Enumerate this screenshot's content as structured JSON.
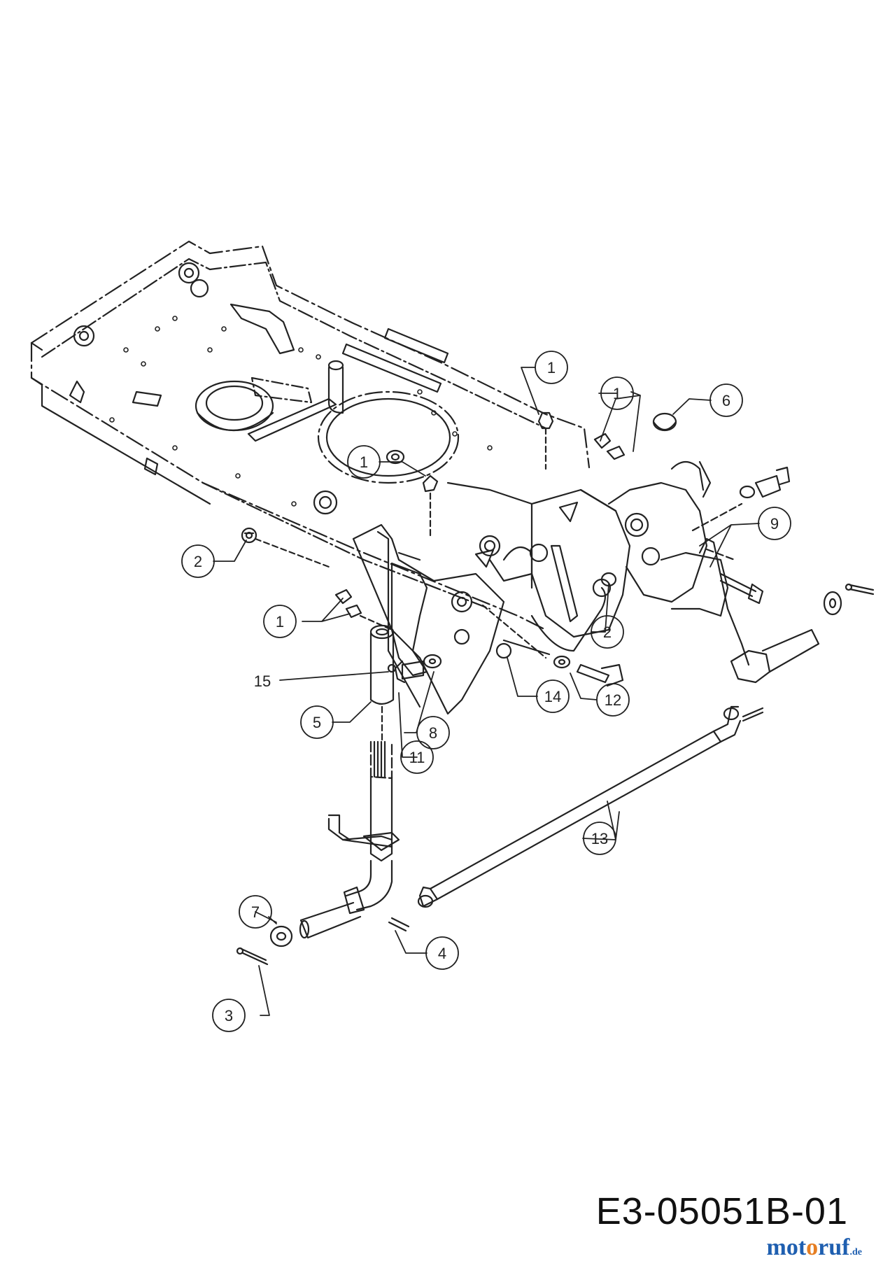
{
  "diagram": {
    "drawing_code": "E3-05051B-01",
    "brand": {
      "part1": "mot",
      "part2": "o",
      "part3": "ruf",
      "tld": ".de"
    },
    "callouts": [
      {
        "id": "c1a",
        "text": "1"
      },
      {
        "id": "c1b",
        "text": "1"
      },
      {
        "id": "c1c",
        "text": "1"
      },
      {
        "id": "c1d",
        "text": "1"
      },
      {
        "id": "c2a",
        "text": "2"
      },
      {
        "id": "c2b",
        "text": "2"
      },
      {
        "id": "c3",
        "text": "3"
      },
      {
        "id": "c4",
        "text": "4"
      },
      {
        "id": "c5",
        "text": "5"
      },
      {
        "id": "c6",
        "text": "6"
      },
      {
        "id": "c7",
        "text": "7"
      },
      {
        "id": "c8",
        "text": "8"
      },
      {
        "id": "c9",
        "text": "9"
      },
      {
        "id": "c11",
        "text": "11"
      },
      {
        "id": "c12",
        "text": "12"
      },
      {
        "id": "c13",
        "text": "13"
      },
      {
        "id": "c14",
        "text": "14"
      }
    ],
    "plain_label": {
      "id": "l15",
      "text": "15"
    }
  }
}
